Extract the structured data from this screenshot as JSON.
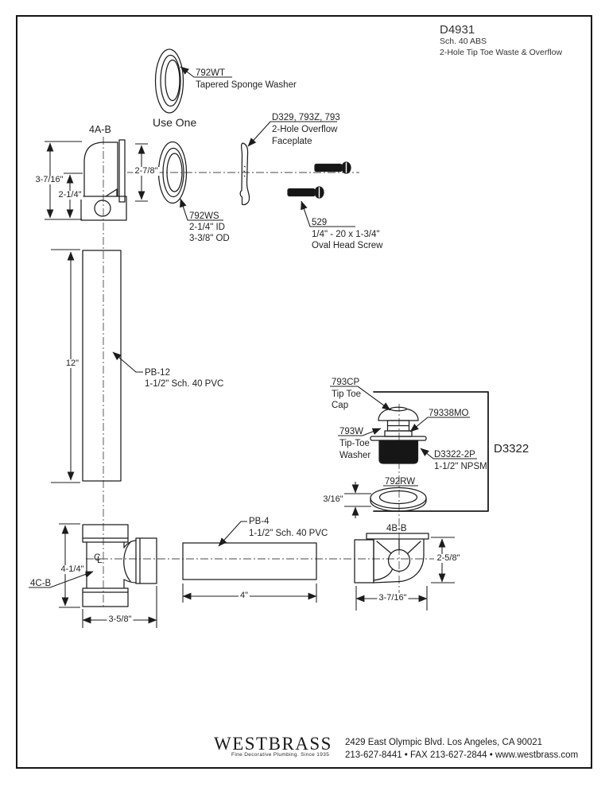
{
  "title_block": {
    "model": "D4931",
    "spec": "Sch. 40 ABS",
    "desc": "2-Hole Tip Toe Waste & Overflow"
  },
  "top_assembly": {
    "use_one": "Use One",
    "washer_792wt": {
      "part": "792WT",
      "desc": "Tapered Sponge Washer"
    },
    "elbow": {
      "part": "4A-B"
    },
    "washer_792ws": {
      "part": "792WS",
      "id_size": "2-1/4\" ID",
      "od_size": "3-3/8\" OD"
    },
    "faceplate": {
      "part": "D329, 793Z, 793",
      "desc1": "2-Hole Overflow",
      "desc2": "Faceplate"
    },
    "screw": {
      "part": "529",
      "size": "1/4\" - 20 x 1-3/4\"",
      "desc": "Oval Head Screw"
    },
    "dims": {
      "height": "3-7/16\"",
      "inlet": "2-1/4\"",
      "washer": "2-7/8\""
    }
  },
  "pipe_pb12": {
    "part": "PB-12",
    "desc": "1-1/2\" Sch. 40 PVC",
    "dim": "12\""
  },
  "drain_assembly": {
    "cap": {
      "part": "793CP",
      "desc1": "Tip Toe",
      "desc2": "Cap"
    },
    "part_79338mo": "79338MO",
    "washer_793w": {
      "part": "793W",
      "desc1": "Tip-Toe",
      "desc2": "Washer"
    },
    "body": {
      "part": "D3322-2P",
      "desc": "1-1/2\" NPSM"
    },
    "group": "D3322",
    "washer_792rw": {
      "part": "792RW",
      "dim": "3/16\""
    }
  },
  "bottom_assembly": {
    "tee": {
      "part": "4C-B",
      "dim_height": "4-1/4\"",
      "dim_width": "3-5/8\""
    },
    "centerline_mark": {
      "c": "C",
      "l": "L"
    },
    "pipe_pb4": {
      "part": "PB-4",
      "desc": "1-1/2\" Sch. 40 PVC",
      "dim": "4\""
    },
    "elbow": {
      "part": "4B-B",
      "dim_height": "2-5/8\"",
      "dim_width": "3-7/16\""
    }
  },
  "footer": {
    "brand": "WESTBRASS",
    "tagline": "Fine Decorative Plumbing. Since 1935",
    "address": "2429 East Olympic Blvd. Los Angeles, CA  90021",
    "contact": "213-627-8441 • FAX 213-627-2844 • www.westbrass.com"
  }
}
